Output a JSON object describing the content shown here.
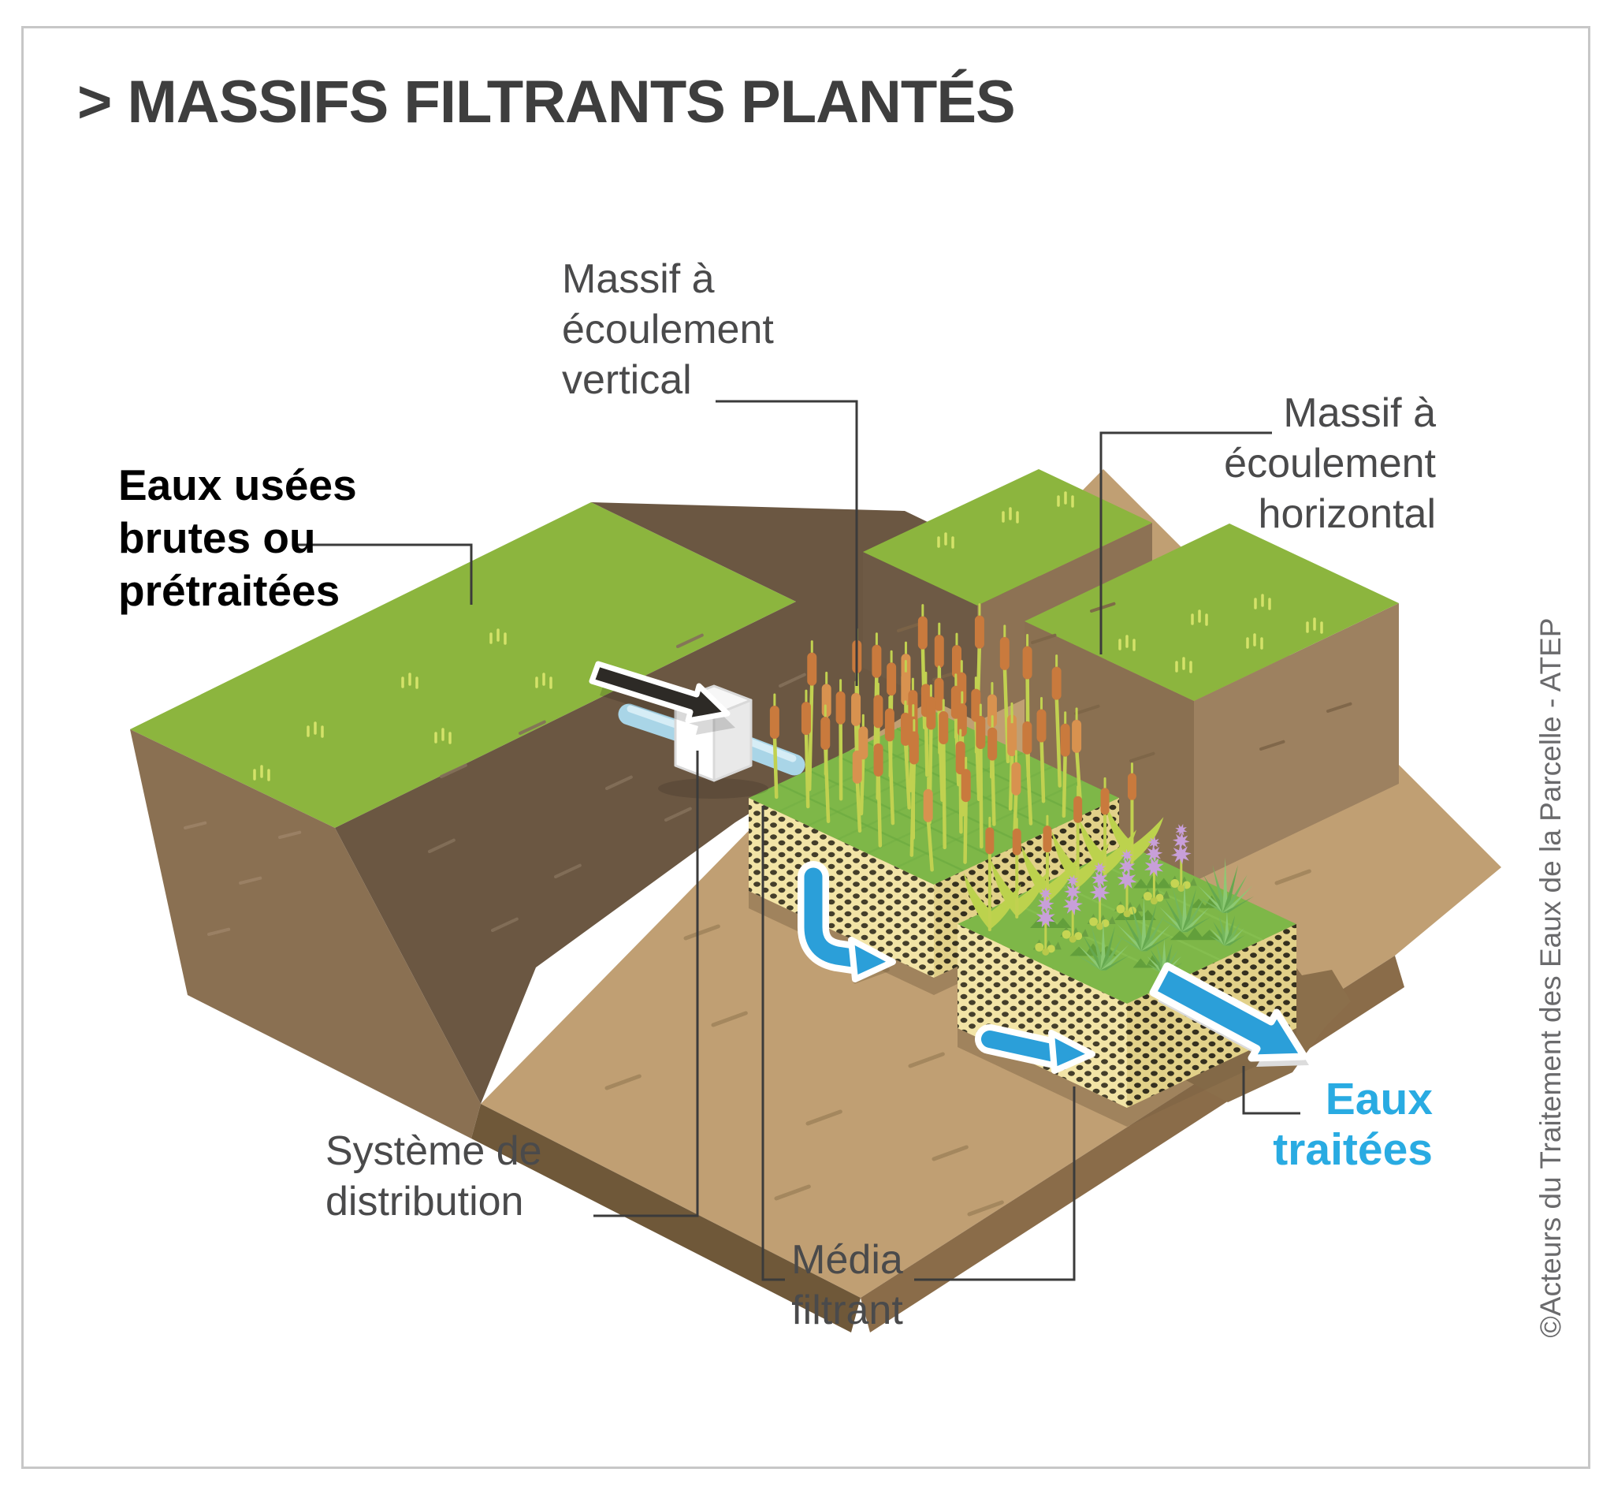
{
  "title": "> MASSIFS FILTRANTS PLANTÉS",
  "labels": {
    "massif_vertical": "Massif à\nécoulement\nvertical",
    "massif_horizontal": "Massif à\nécoulement\nhorizontal",
    "eaux_usees": "Eaux usées\nbrutes ou\nprétraitées",
    "systeme_distribution": "Système de\ndistribution",
    "media_filtrant": "Média\nfiltrant",
    "eaux_traitees": "Eaux\ntraitées"
  },
  "credit": "©Acteurs du Traitement des Eaux de la Parcelle - ATEP",
  "colors": {
    "accent_blue": "#29abe2",
    "label_gray": "#4a4a4b",
    "title_gray": "#3e3e3e",
    "grass_green": "#8cb53e",
    "bed_green": "#7eb748",
    "soil_dark": "#6b5742",
    "soil_medium": "#8a7052",
    "ground_tan": "#c09f73",
    "media_sand": "#f2e4a6",
    "reed_orange": "#c97a3d",
    "reed_stem": "#c1d150",
    "flower_purple": "#c89fd9",
    "arrow_blue": "#2b9fd9",
    "arrow_black": "#2d2a26",
    "pipe_blue": "#a9d5e7"
  }
}
